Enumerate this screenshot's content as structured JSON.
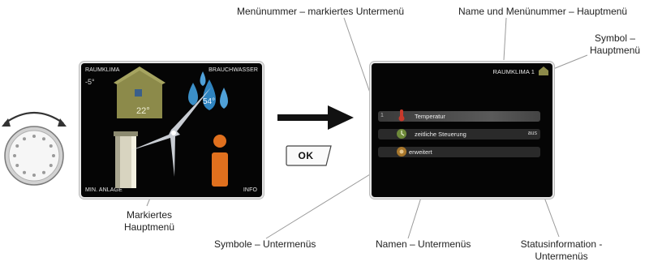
{
  "labels": {
    "menu_number_marked_submenu": "Menünummer – markiertes Untermenü",
    "name_and_menu_number_mainmenu": "Name und Menünummer – Hauptmenü",
    "symbol_mainmenu_line1": "Symbol –",
    "symbol_mainmenu_line2": "Hauptmenü",
    "marked_mainmenu_line1": "Markiertes",
    "marked_mainmenu_line2": "Hauptmenü",
    "symbols_submenus": "Symbole – Untermenüs",
    "names_submenus": "Namen – Untermenüs",
    "status_info_line1": "Statusinformation -",
    "status_info_line2": "Untermenüs"
  },
  "main_screen": {
    "top_left": "RAUMKLIMA",
    "top_right": "BRAUCHWASSER",
    "bottom_left": "MIN. ANLAGE",
    "bottom_right": "INFO",
    "outdoor_temp": "-5°",
    "indoor_temp": "22°",
    "water_temp": "54°"
  },
  "sub_screen": {
    "header": "RAUMKLIMA 1",
    "selected_number": "1",
    "items": [
      {
        "label": "Temperatur",
        "status": ""
      },
      {
        "label": "zeitliche Steuerung",
        "status": "aus"
      },
      {
        "label": "erweitert",
        "status": ""
      }
    ]
  },
  "ok_button": {
    "label": "OK"
  },
  "colors": {
    "screen_bg": "#050505",
    "house_green": "#8c8a4a",
    "water_blue": "#3b8fc7",
    "info_orange": "#e0701e",
    "knob_gray": "#cfcfcf"
  }
}
